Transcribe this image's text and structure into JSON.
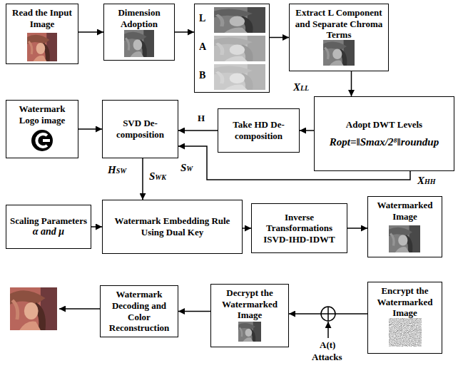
{
  "diagram": {
    "nodes": [
      {
        "text": [
          "Read the Input Image"
        ]
      },
      {
        "text": [
          "Dimension Adoption"
        ]
      },
      {
        "text": [
          "L",
          "A",
          "B"
        ]
      },
      {
        "text": [
          "Extract L Component and Separate Chroma Terms"
        ]
      },
      {
        "text": [
          "Watermark Logo image"
        ]
      },
      {
        "text": [
          "SVD De-composition"
        ]
      },
      {
        "text": [
          "Take HD De-composition"
        ]
      },
      {
        "text": [
          "Adopt DWT Levels",
          "Ropt=‖Smax/2⁸‖roundup"
        ]
      },
      {
        "text": [
          "Scaling Parameters",
          "α and μ"
        ]
      },
      {
        "text": [
          "Watermark Embedding Rule Using Dual Key"
        ]
      },
      {
        "text": [
          "Inverse Transformations",
          "ISVD-IHD-IDWT"
        ]
      },
      {
        "text": [
          "Watermarked Image"
        ]
      },
      {
        "text": [
          "Watermark Decoding and Color Reconstruction"
        ]
      },
      {
        "text": [
          "Decrypt the Watermarked Image"
        ]
      },
      {
        "text": [
          "Encrypt the Watermarked Image"
        ]
      }
    ],
    "edges": [
      {
        "from": 0,
        "to": 1,
        "arrow": "to"
      },
      {
        "from": 1,
        "to": 2,
        "arrow": "to"
      },
      {
        "from": 2,
        "to": 3,
        "arrow": "to"
      },
      {
        "from": 3,
        "to": 7,
        "arrow": "to"
      },
      {
        "from": 7,
        "to": 6,
        "label": "XLL",
        "arrow": "to"
      },
      {
        "from": 6,
        "to": 5,
        "label": "H",
        "arrow": "to"
      },
      {
        "from": 7,
        "to": 5,
        "label": "XHH",
        "arrow": "to"
      },
      {
        "from": 4,
        "to": 5,
        "arrow": "to"
      },
      {
        "from": 5,
        "to": 9,
        "arrow": "to"
      },
      {
        "from": 8,
        "to": 9,
        "arrow": "to"
      },
      {
        "from": 9,
        "to": 10,
        "arrow": "to"
      },
      {
        "from": 10,
        "to": 11,
        "arrow": "to"
      },
      {
        "from": 14,
        "to": 13,
        "arrow": "to"
      },
      {
        "from": 13,
        "to": 12,
        "arrow": "to"
      }
    ],
    "labels": [
      "HSW",
      "SWK",
      "SW",
      "A(t)",
      "Attacks"
    ]
  }
}
